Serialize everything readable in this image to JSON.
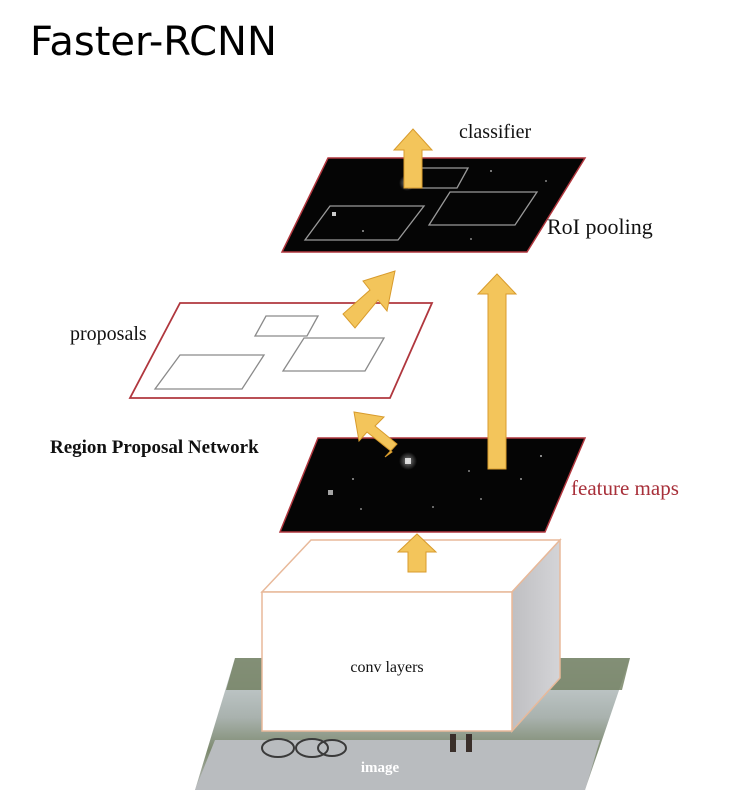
{
  "slide": {
    "title": "Faster-RCNN"
  },
  "diagram": {
    "labels": {
      "classifier": "classifier",
      "roi_pooling": "RoI pooling",
      "proposals": "proposals",
      "region_proposal_network": "Region Proposal Network",
      "feature_maps": "feature maps",
      "conv_layers": "conv layers",
      "image": "image"
    },
    "colors": {
      "arrow_fill": "#F3C55B",
      "arrow_stroke": "#D89B2C",
      "outline_red": "#B0373E",
      "feature_map_fill": "#050505",
      "box_outline": "#E8B99A",
      "feature_maps_text": "#A8303A"
    }
  }
}
